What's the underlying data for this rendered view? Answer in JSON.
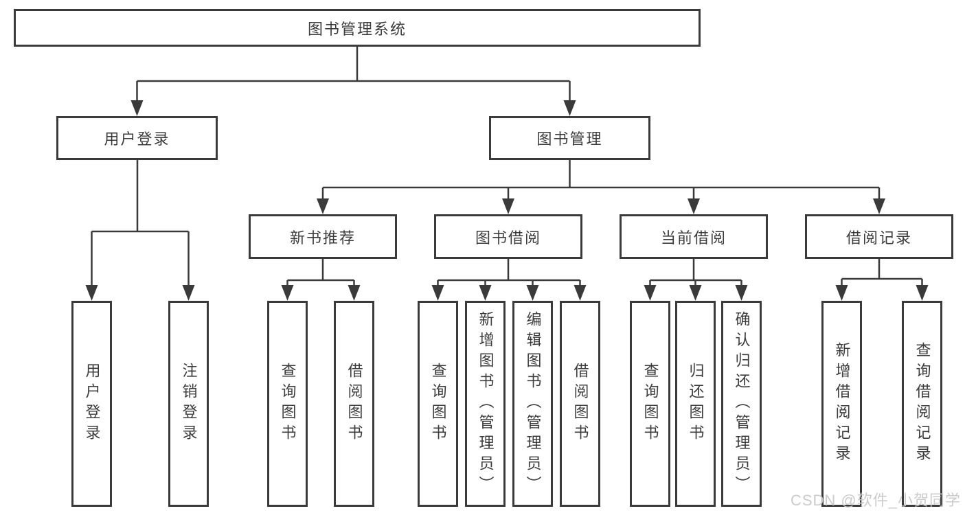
{
  "title": "图书管理系统",
  "watermark": "CSDN @软件_小贺同学",
  "colors": {
    "line": "#3a3a3a",
    "text": "#3c3c3c",
    "box_background": "#ffffff",
    "watermark": "#c9c9c9"
  },
  "nodes": {
    "root": "图书管理系统",
    "level2": {
      "user_login": "用户登录",
      "book_management": "图书管理"
    },
    "level3": {
      "new_book_recommend": "新书推荐",
      "book_borrow": "图书借阅",
      "current_borrow": "当前借阅",
      "borrow_records": "借阅记录"
    },
    "leaves": {
      "user_login": "用户登录",
      "logout": "注销登录",
      "query_books_1": "查询图书",
      "borrow_books_1": "借阅图书",
      "query_books_2": "查询图书",
      "add_book_admin": "新增图书（管理员）",
      "edit_book_admin": "编辑图书（管理员）",
      "borrow_books_2": "借阅图书",
      "query_books_3": "查询图书",
      "return_book": "归还图书",
      "confirm_return_admin": "确认归还（管理员）",
      "add_borrow_record": "新增借阅记录",
      "query_borrow_record": "查询借阅记录"
    }
  }
}
